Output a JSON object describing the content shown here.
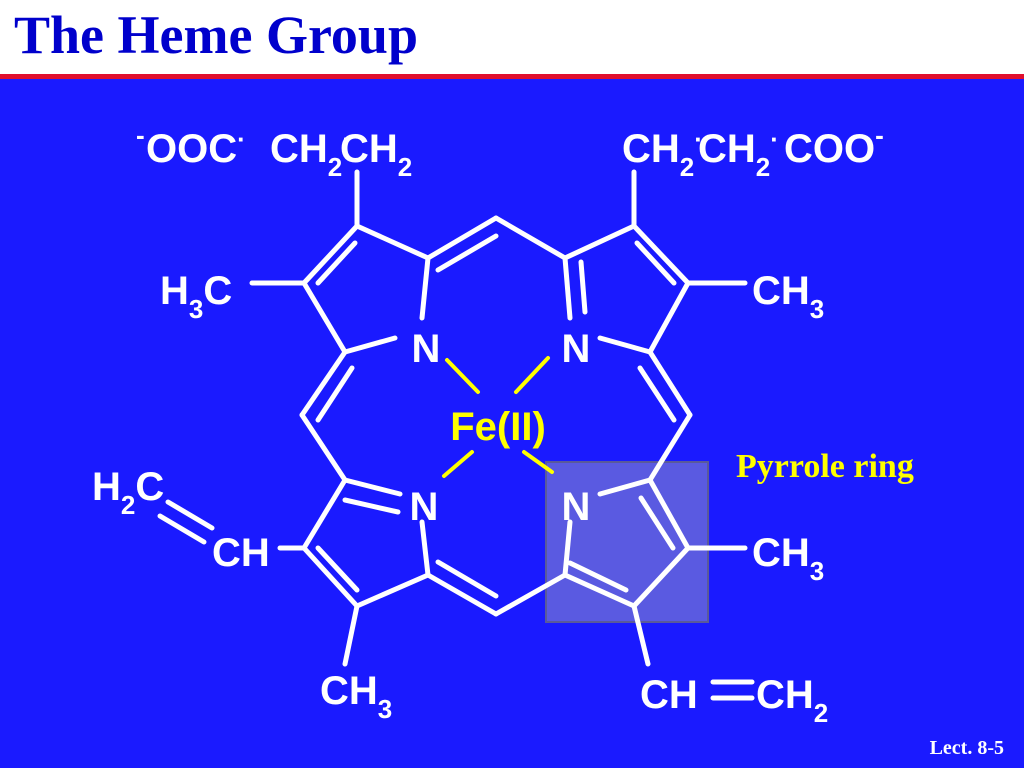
{
  "slide": {
    "title": "The Heme Group",
    "caption": "Pyrrole ring",
    "slide_number": "Lect. 8-5"
  },
  "molecule": {
    "center": "Fe(II)",
    "nitrogen": "N",
    "substituents": {
      "top_left_chain": {
        "charge": "-",
        "group1": "OOC",
        "dot1": "·",
        "ch": "CH",
        "sub2": "2",
        "dot2": "·",
        "ch_b": "CH",
        "sub2_b": "2"
      },
      "top_right_chain": {
        "ch": "CH",
        "sub2": "2",
        "dot1": "·",
        "ch_b": "CH",
        "sub2_b": "2",
        "dot2": "·",
        "group": "COO",
        "charge": "-"
      },
      "left_methyl": {
        "h": "H",
        "sub": "3",
        "c": "C"
      },
      "right_methyl": {
        "ch": "CH",
        "sub": "3"
      },
      "left_vinyl_end": {
        "h": "H",
        "sub": "2",
        "c": "C"
      },
      "left_vinyl_ch": "CH",
      "right_lower_methyl": {
        "ch": "CH",
        "sub": "3"
      },
      "bottom_methyl": {
        "ch": "CH",
        "sub": "3"
      },
      "bottom_vinyl": {
        "ch": "CH",
        "ch_b": "CH",
        "sub": "2"
      }
    }
  },
  "colors": {
    "background": "#1a1aff",
    "bonds": "#ffffff",
    "coordination_bonds": "#ffff00",
    "highlight": "#9090c8",
    "title_bar": "#ffffff",
    "title_text": "#0000cc",
    "title_rule": "#e0102e"
  }
}
